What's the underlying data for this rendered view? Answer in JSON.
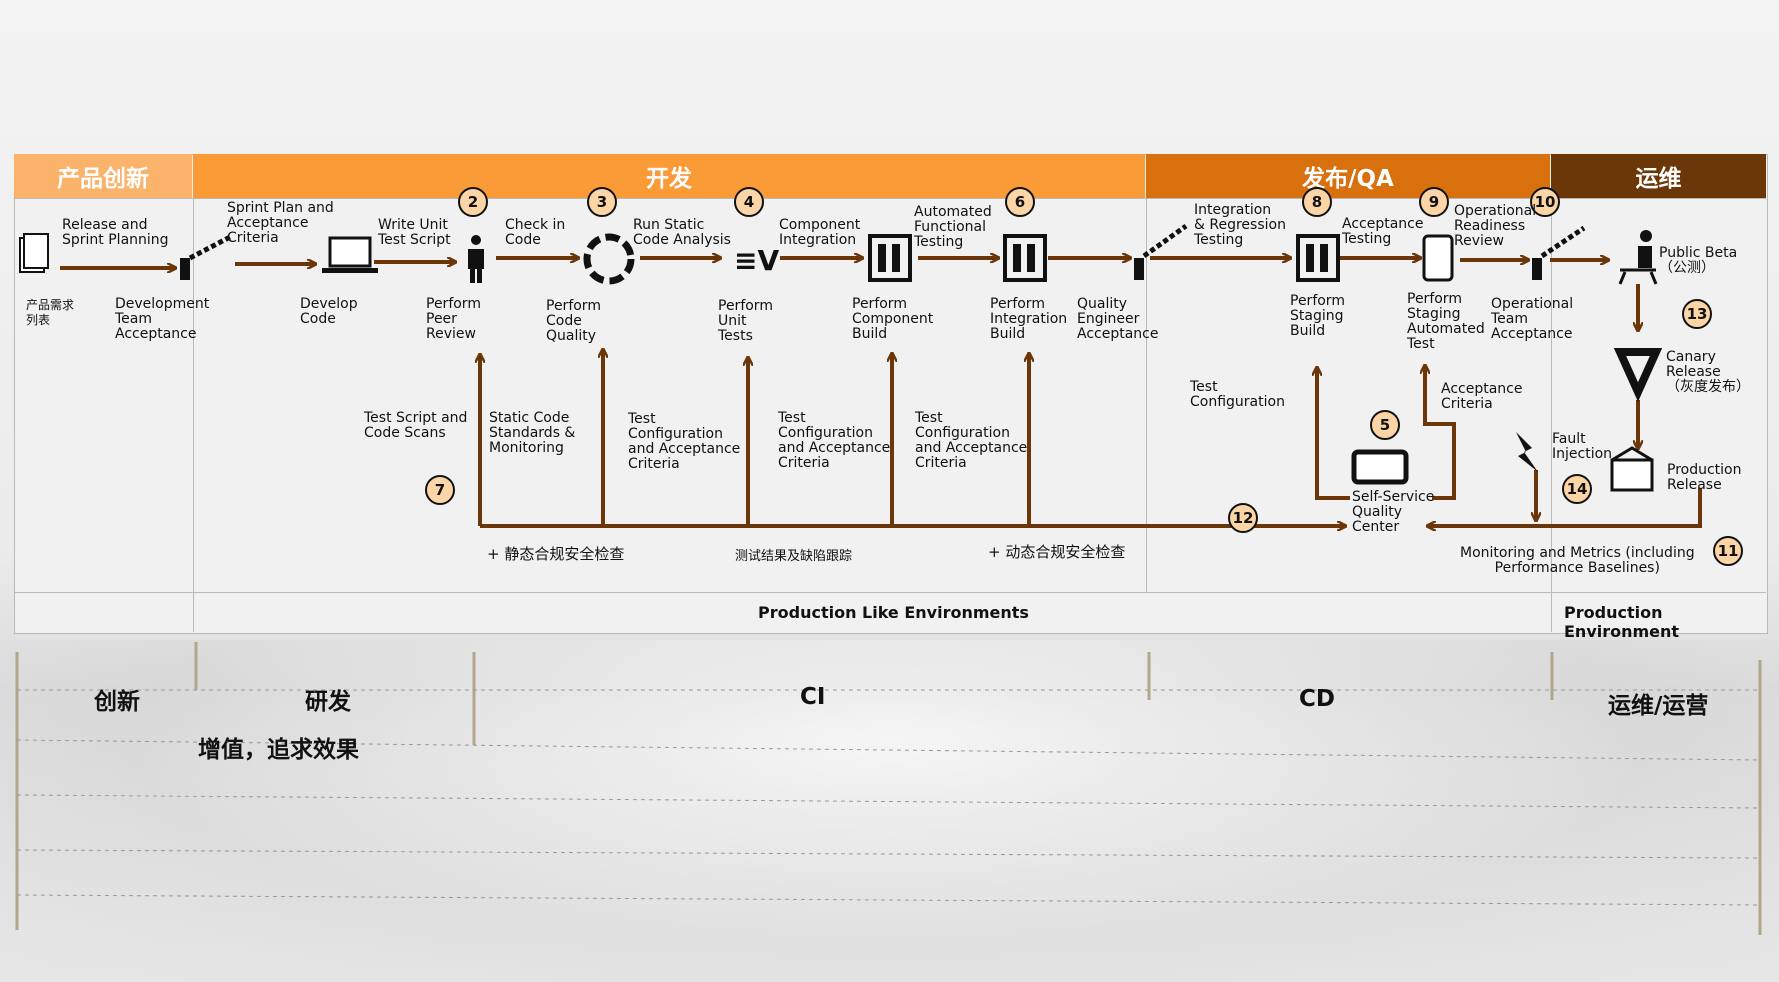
{
  "phases": {
    "product": "产品创新",
    "dev": "开发",
    "release": "发布/QA",
    "ops": "运维"
  },
  "colors": {
    "product": "#fbb26a",
    "dev": "#fb9b38",
    "release": "#d9700e",
    "ops": "#6b3608",
    "arrow": "#6b3608"
  },
  "steps": [
    {
      "n": "2"
    },
    {
      "n": "3"
    },
    {
      "n": "4"
    },
    {
      "n": "6"
    },
    {
      "n": "8"
    },
    {
      "n": "9"
    },
    {
      "n": "10"
    },
    {
      "n": "13"
    },
    {
      "n": "5"
    },
    {
      "n": "7"
    },
    {
      "n": "12"
    },
    {
      "n": "14"
    },
    {
      "n": "11"
    }
  ],
  "labels": {
    "release_planning": "Release and\nSprint Planning",
    "requirements": "产品需求\n列表",
    "dev_team_acceptance": "Development\nTeam\nAcceptance",
    "sprint_plan": "Sprint Plan and\nAcceptance\nCriteria",
    "develop_code": "Develop\nCode",
    "write_unit_test": "Write Unit\nTest Script",
    "perform_peer_review": "Perform\nPeer\nReview",
    "check_in": "Check in\nCode",
    "code_quality": "Perform\nCode\nQuality",
    "static_analysis": "Run Static\nCode Analysis",
    "unit_tests": "Perform\nUnit\nTests",
    "component_integration": "Component\nIntegration",
    "component_build": "Perform\nComponent\nBuild",
    "automated_functional": "Automated\nFunctional\nTesting",
    "integration_build": "Perform\nIntegration\nBuild",
    "qe_acceptance": "Quality\nEngineer\nAcceptance",
    "integration_regression": "Integration\n& Regression\nTesting",
    "staging_build": "Perform\nStaging\nBuild",
    "acceptance_testing": "Acceptance\nTesting",
    "staging_automated": "Perform\nStaging\nAutomated\nTest",
    "operational_readiness": "Operational\nReadiness\nReview",
    "ops_team_acceptance": "Operational\nTeam\nAcceptance",
    "public_beta": "Public Beta\n（公测）",
    "canary": "Canary\nRelease\n（灰度发布）",
    "production_release": "Production\nRelease",
    "fault_injection": "Fault\nInjection",
    "monitoring": "Monitoring and Metrics (including\nPerformance Baselines)",
    "self_service": "Self-Service\nQuality\nCenter",
    "acceptance_criteria": "Acceptance\nCriteria",
    "test_configuration": "Test\nConfiguration",
    "test_script_scans": "Test Script and\nCode Scans",
    "static_standards": "Static Code\nStandards &\nMonitoring",
    "test_config_1": "Test\nConfiguration\nand Acceptance\nCriteria",
    "test_config_2": "Test\nConfiguration\nand Acceptance\nCriteria",
    "test_config_3": "Test\nConfiguration\nand Acceptance\nCriteria",
    "static_security": "+ 静态合规安全检查",
    "test_results": "测试结果及缺陷跟踪",
    "dynamic_security": "+ 动态合规安全检查"
  },
  "environments": {
    "prod_like": "Production Like Environments",
    "prod": "Production Environment"
  },
  "stages": {
    "innovation": "创新",
    "rnd": "研发",
    "value": "增值，追求效果",
    "ci": "CI",
    "cd": "CD",
    "ops": "运维/运营"
  }
}
